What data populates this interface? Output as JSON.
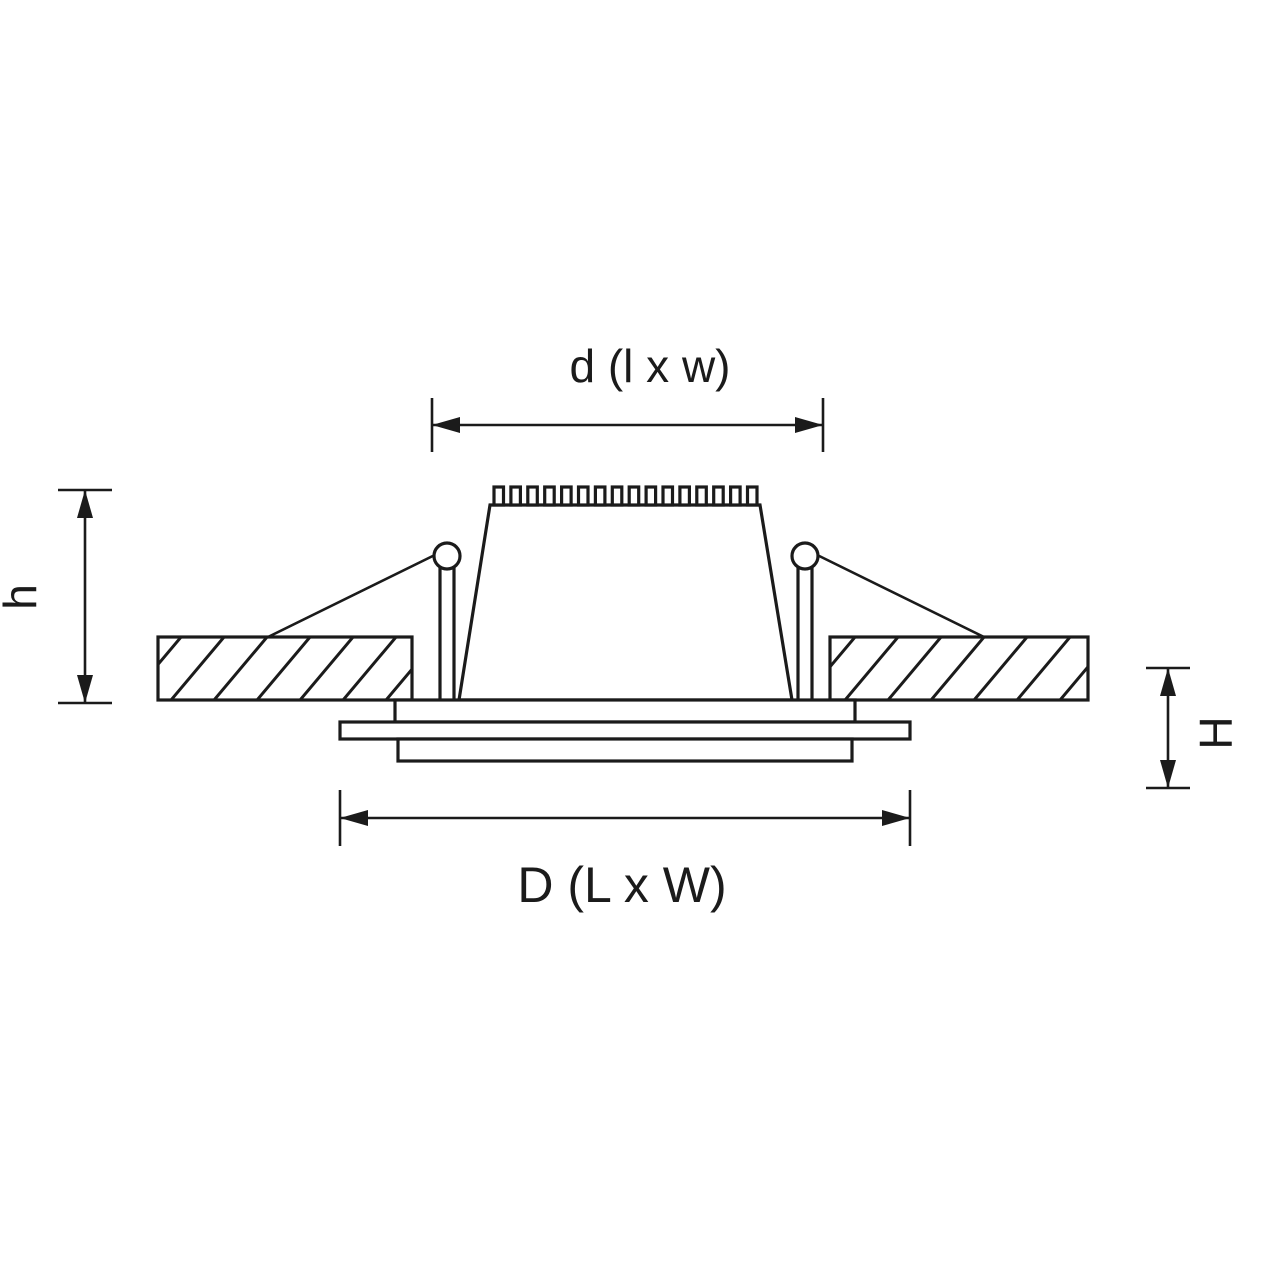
{
  "diagram": {
    "labels": {
      "cutout_dimension": "d (l x w)",
      "overall_dimension": "D (L x W)",
      "recess_depth": "h",
      "visible_height": "H"
    },
    "colors": {
      "line": "#1b1b1b",
      "background": "#ffffff"
    }
  }
}
